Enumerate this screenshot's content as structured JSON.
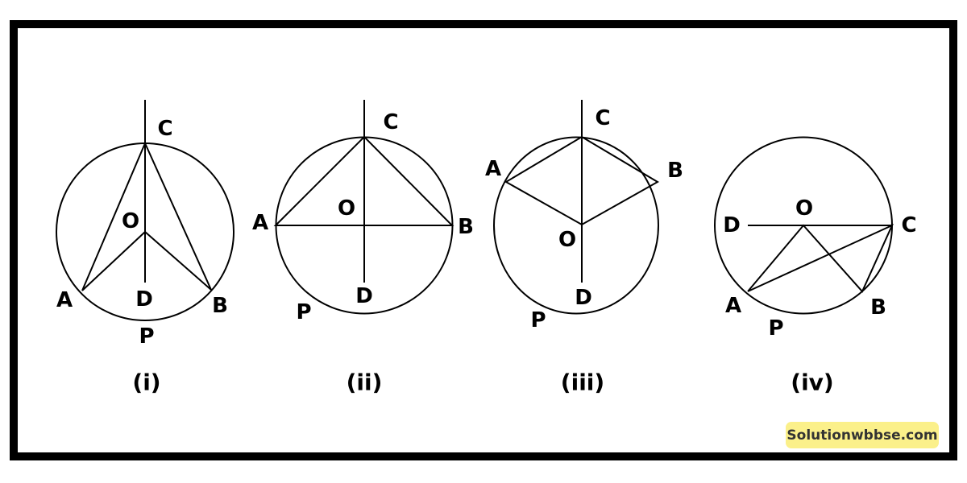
{
  "figures": [
    {
      "caption": "(i)",
      "labels": {
        "C": "C",
        "O": "O",
        "A": "A",
        "B": "B",
        "D": "D",
        "P": "P"
      }
    },
    {
      "caption": "(ii)",
      "labels": {
        "C": "C",
        "O": "O",
        "A": "A",
        "B": "B",
        "D": "D",
        "P": "P"
      }
    },
    {
      "caption": "(iii)",
      "labels": {
        "C": "C",
        "O": "O",
        "A": "A",
        "B": "B",
        "D": "D",
        "P": "P"
      }
    },
    {
      "caption": "(iv)",
      "labels": {
        "C": "C",
        "O": "O",
        "A": "A",
        "B": "B",
        "D": "D",
        "P": "P"
      }
    }
  ],
  "watermark": "Solutionwbbse.com",
  "colors": {
    "frame": "#000000",
    "watermark_bg": "#fbf08a"
  }
}
